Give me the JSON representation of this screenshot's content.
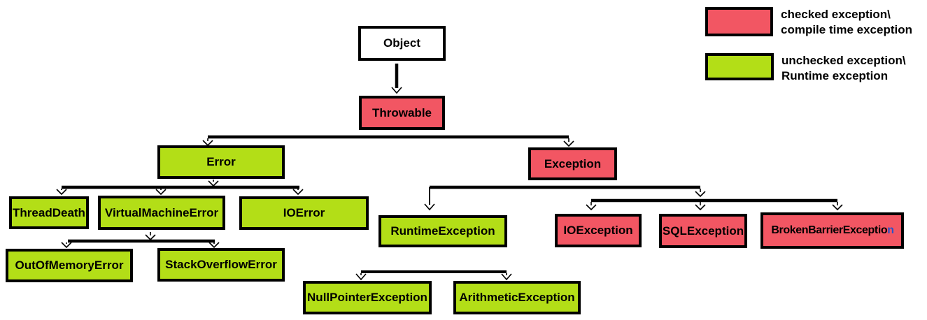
{
  "colors": {
    "checked": "#f25663",
    "unchecked": "#b3de17",
    "suffix_blue": "#2b52c8",
    "line": "#000000"
  },
  "nodes": {
    "object": {
      "label": "Object",
      "category": "root"
    },
    "throwable": {
      "label": "Throwable",
      "category": "checked"
    },
    "error": {
      "label": "Error",
      "category": "unchecked"
    },
    "exception": {
      "label": "Exception",
      "category": "checked"
    },
    "thread_death": {
      "label": "ThreadDeath",
      "category": "unchecked"
    },
    "virtual_machine_error": {
      "label": "VirtualMachineError",
      "category": "unchecked"
    },
    "io_error": {
      "label": "IOError",
      "category": "unchecked"
    },
    "out_of_memory_error": {
      "label": "OutOfMemoryError",
      "category": "unchecked"
    },
    "stack_overflow_error": {
      "label": "StackOverflowError",
      "category": "unchecked"
    },
    "runtime_exception": {
      "label": "RuntimeException",
      "category": "unchecked"
    },
    "io_exception": {
      "label": "IOException",
      "category": "checked"
    },
    "sql_exception": {
      "label": "SQLException",
      "category": "checked"
    },
    "broken_barrier_exception": {
      "label_main": "BrokenBarrierExceptio",
      "label_suffix": "n",
      "category": "checked"
    },
    "null_pointer_exception": {
      "label": "NullPointerException",
      "category": "unchecked"
    },
    "arithmetic_exception": {
      "label": "ArithmeticException",
      "category": "unchecked"
    }
  },
  "edges": [
    {
      "from": "Object",
      "to": [
        "Throwable"
      ]
    },
    {
      "from": "Throwable",
      "to": [
        "Error",
        "Exception"
      ]
    },
    {
      "from": "Error",
      "to": [
        "ThreadDeath",
        "VirtualMachineError",
        "IOError"
      ]
    },
    {
      "from": "VirtualMachineError",
      "to": [
        "OutOfMemoryError",
        "StackOverflowError"
      ]
    },
    {
      "from": "Exception",
      "to": [
        "RuntimeException",
        "IOException",
        "SQLException",
        "BrokenBarrierException"
      ]
    },
    {
      "from": "RuntimeException",
      "to": [
        "NullPointerException",
        "ArithmeticException"
      ]
    }
  ],
  "legend": {
    "items": [
      {
        "swatch": "checked-red",
        "line1": "checked exception\\",
        "line2": "compile time exception"
      },
      {
        "swatch": "unchecked-green",
        "line1": "unchecked exception\\",
        "line2": "Runtime exception"
      }
    ]
  }
}
